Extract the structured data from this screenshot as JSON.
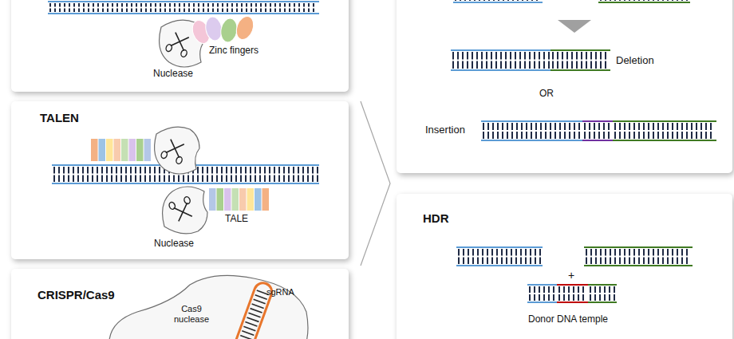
{
  "diagram": {
    "nodes": [
      {
        "text": [
          "TALEN"
        ]
      },
      {
        "text": [
          "CRISPR/Cas9"
        ]
      },
      {
        "text": [
          "Cas9 nuclease"
        ],
        "in": 1
      },
      {
        "text": [
          "HDR"
        ]
      }
    ],
    "labels": [
      "Zinc fingers",
      "Nuclease",
      "TALE",
      "Nuclease",
      "sgRNA",
      "Deletion",
      "OR",
      "Insertion",
      "+",
      "Donor DNA temple"
    ]
  }
}
